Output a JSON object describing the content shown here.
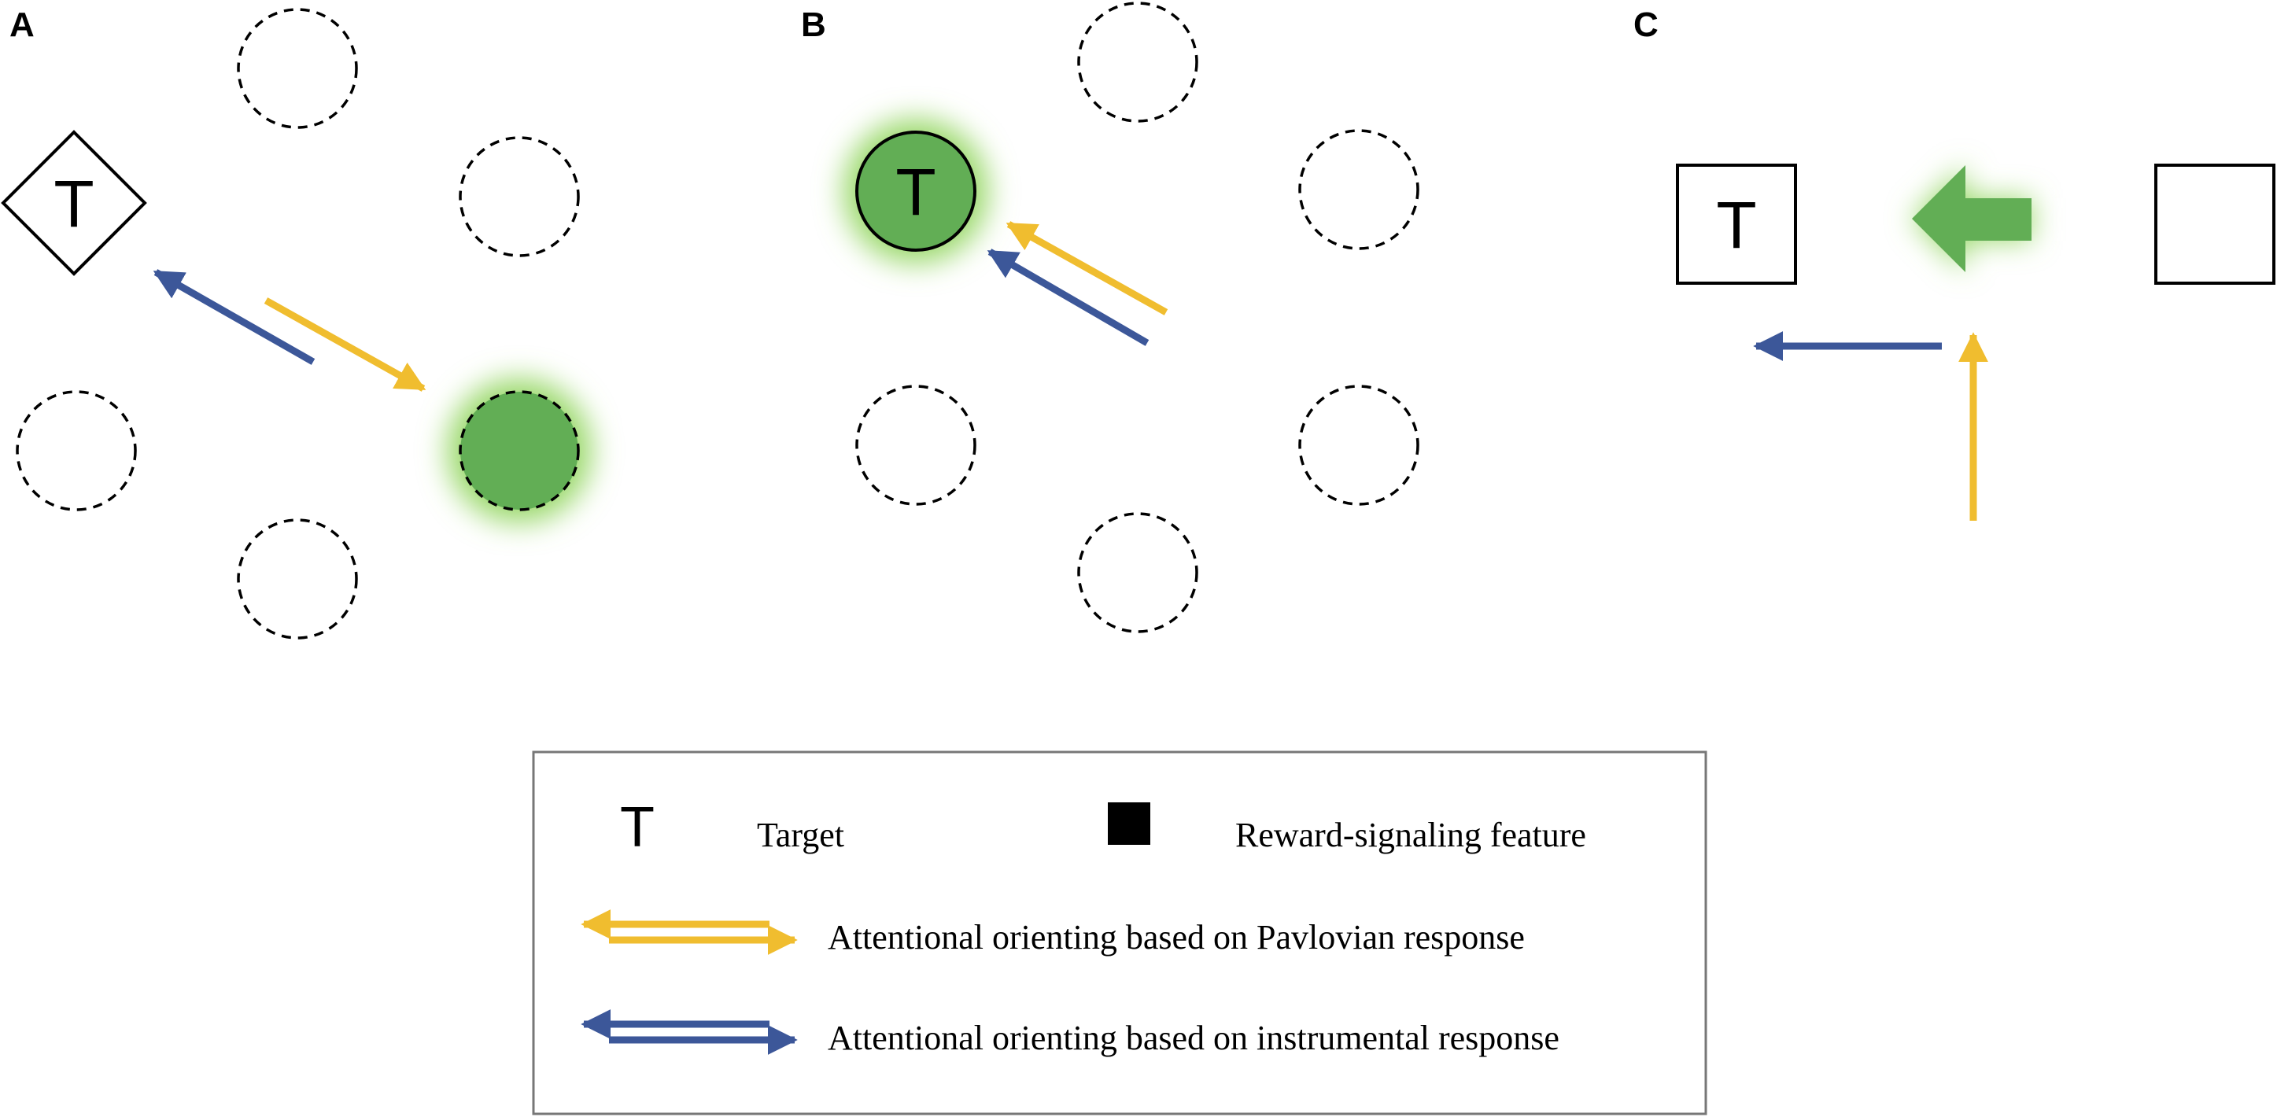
{
  "panels": {
    "a": {
      "letter": "A",
      "target_symbol": "T"
    },
    "b": {
      "letter": "B",
      "target_symbol": "T"
    },
    "c": {
      "letter": "C",
      "target_symbol": "T"
    }
  },
  "legend": {
    "target_symbol": "T",
    "target_label": "Target",
    "reward_label": "Reward-signaling feature",
    "pavlovian_label": "Attentional orienting based on Pavlovian response",
    "instrumental_label": "Attentional orienting based on instrumental response"
  },
  "colors": {
    "pavlovian": "#f0bd2f",
    "instrumental": "#3c5799",
    "reward": "#62ae55",
    "glow": "#9ad86a",
    "outline": "#000000",
    "legend_border": "#777777"
  },
  "icons": {
    "target": "letter-t",
    "reward_feature": "black-square-icon",
    "pavlovian": "double-arrow-yellow",
    "instrumental": "double-arrow-blue",
    "cue": "left-arrow-icon"
  }
}
